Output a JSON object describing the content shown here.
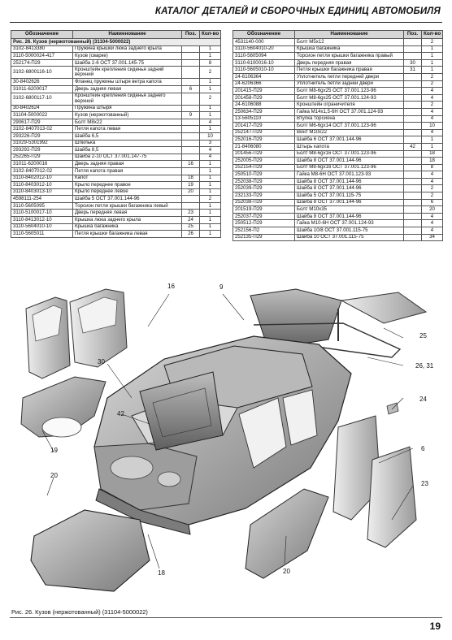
{
  "header": {
    "title": "КАТАЛОГ ДЕТАЛЕЙ И СБОРОЧНЫХ ЕДИНИЦ АВТОМОБИЛЯ"
  },
  "table_headers": {
    "code": "Обозначение",
    "name": "Наименование",
    "pos": "Поз.",
    "qty": "Кол-во"
  },
  "left_table": {
    "figure_row": "Рис. 26. Кузов (нержотованный) (31104-5000022)",
    "rows": [
      {
        "code": "3102-8413380",
        "name": "Пружина крышки люка заднего крыла",
        "pos": "",
        "qty": "1"
      },
      {
        "code": "3110-5000024-417",
        "name": "Кузов (сварке)",
        "pos": "",
        "qty": "1"
      },
      {
        "code": "252174-П29",
        "name": "Шайба 2-6 ОСТ 37.001.145-75",
        "pos": "",
        "qty": "8"
      },
      {
        "code": "3102-6800116-10",
        "name": "Кронштейн крепления сиденья задний верхний",
        "pos": "",
        "qty": "2"
      },
      {
        "code": "30-8402626",
        "name": "Фланец пружины штыря ветра капота",
        "pos": "",
        "qty": "1"
      },
      {
        "code": "31011-6200017",
        "name": "Дверь задняя левая",
        "pos": "6",
        "qty": "1"
      },
      {
        "code": "3102-6800117-10",
        "name": "Кронштейн крепления сиденья заднего верхний",
        "pos": "",
        "qty": "2"
      },
      {
        "code": "30-8402624",
        "name": "Пружина штыря",
        "pos": "",
        "qty": "1"
      },
      {
        "code": "31104-5000022",
        "name": "Кузов (нержотованный)",
        "pos": "9",
        "qty": "1"
      },
      {
        "code": "290617-П29",
        "name": "Болт М8х22",
        "pos": "",
        "qty": "4"
      },
      {
        "code": "3102-8407013-02",
        "name": "Петля капота левая",
        "pos": "",
        "qty": "1"
      },
      {
        "code": "293226-П29",
        "name": "Шайба 6,5",
        "pos": "",
        "qty": "10"
      },
      {
        "code": "31029-5301992",
        "name": "Шпилька",
        "pos": "",
        "qty": "3"
      },
      {
        "code": "293292-П29",
        "name": "Шайба 8,5",
        "pos": "",
        "qty": "4"
      },
      {
        "code": "252265-П29",
        "name": "Шайба 2-10 ОСТ 37.001.147-75",
        "pos": "",
        "qty": "4"
      },
      {
        "code": "31011-6200016",
        "name": "Дверь задняя правая",
        "pos": "16",
        "qty": "1"
      },
      {
        "code": "3102-8407012-02",
        "name": "Петля капота правая",
        "pos": "",
        "qty": "1"
      },
      {
        "code": "3110-8402012-10",
        "name": "Капот",
        "pos": "18",
        "qty": "1"
      },
      {
        "code": "3110-8403012-10",
        "name": "Крыло переднее правое",
        "pos": "19",
        "qty": "1"
      },
      {
        "code": "3110-8403013-10",
        "name": "Крыло переднее левое",
        "pos": "20",
        "qty": "1"
      },
      {
        "code": "4598111-254",
        "name": "Шайба 5 ОСТ 37.001.144-96",
        "pos": "",
        "qty": "2"
      },
      {
        "code": "3110-5605095",
        "name": "Торсион петли крышки багажника левый",
        "pos": "",
        "qty": "1"
      },
      {
        "code": "3110-5100017-10",
        "name": "Дверь передняя левая",
        "pos": "23",
        "qty": "1"
      },
      {
        "code": "3110-8413012-10",
        "name": "Крышка люка заднего крыла",
        "pos": "24",
        "qty": "1"
      },
      {
        "code": "3110-5604010-10",
        "name": "Крышка багажника",
        "pos": "25",
        "qty": "1"
      },
      {
        "code": "3110-5605011",
        "name": "Петля крышки багажника левая",
        "pos": "26",
        "qty": "1"
      }
    ]
  },
  "right_table": {
    "rows": [
      {
        "code": "4531140-000",
        "name": "Болт М5х12",
        "pos": "",
        "qty": "2"
      },
      {
        "code": "3110-5604010-20",
        "name": "Крышка багажника",
        "pos": "",
        "qty": "1"
      },
      {
        "code": "3110-5605094",
        "name": "Торсион петли крышки багажника правый",
        "pos": "",
        "qty": "1"
      },
      {
        "code": "3110-6100016-10",
        "name": "Дверь передняя правая",
        "pos": "30",
        "qty": "1"
      },
      {
        "code": "3110-5605010-10",
        "name": "Петля крышки багажника правая",
        "pos": "31",
        "qty": "1"
      },
      {
        "code": "24-6106364",
        "name": "Уплотнитель петли передней двери",
        "pos": "",
        "qty": "2"
      },
      {
        "code": "24-6206366",
        "name": "Уплотнитель петли задней двери",
        "pos": "",
        "qty": "2"
      },
      {
        "code": "201415-П29",
        "name": "Болт М8-6gх25 ОСТ 37.001.123-96",
        "pos": "",
        "qty": "4"
      },
      {
        "code": "201458-П29",
        "name": "Болт М8-6gх25 ОСТ 37.001.124-93",
        "pos": "",
        "qty": "4"
      },
      {
        "code": "24-6106088",
        "name": "Кронштейн ограничителя",
        "pos": "",
        "qty": "2"
      },
      {
        "code": "250634-П29",
        "name": "Гайка М14х1,5-6Н ОСТ 37.001.124-93",
        "pos": "",
        "qty": "4"
      },
      {
        "code": "13-5605110",
        "name": "Втулка торсиона",
        "pos": "",
        "qty": "4"
      },
      {
        "code": "201417-П29",
        "name": "Болт М6-6gх14 ОСТ 37.001.123-96",
        "pos": "",
        "qty": "10"
      },
      {
        "code": "252147-П29",
        "name": "Винт М10х22",
        "pos": "",
        "qty": "4"
      },
      {
        "code": "252016-П29",
        "name": "Шайба 6 ОСТ 37.001.144-96",
        "pos": "",
        "qty": "1"
      },
      {
        "code": "21-8406080",
        "name": "Штырь капота",
        "pos": "42",
        "qty": "1"
      },
      {
        "code": "201456-П29",
        "name": "Болт М8-6gх16 ОСТ 37.001.123-96",
        "pos": "",
        "qty": "18"
      },
      {
        "code": "252005-П29",
        "name": "Шайба 8 ОСТ 37.001.144-96",
        "pos": "",
        "qty": "18"
      },
      {
        "code": "252154-П29",
        "name": "Болт М8-6gх16 ОСТ 37.001.123-96",
        "pos": "",
        "qty": "8"
      },
      {
        "code": "250510-П29",
        "name": "Гайка М8-6Н ОСТ 37.001.123-93",
        "pos": "",
        "qty": "4"
      },
      {
        "code": "252038-П29",
        "name": "Шайба 8 ОСТ 37.001.144-96",
        "pos": "",
        "qty": "4"
      },
      {
        "code": "252039-П29",
        "name": "Шайба 8 ОСТ 37.001.144-96",
        "pos": "",
        "qty": "2"
      },
      {
        "code": "232133-П29",
        "name": "Шайба 5 ОСТ 37.001.115-75",
        "pos": "",
        "qty": "2"
      },
      {
        "code": "252038-П29",
        "name": "Шайба 8 ОСТ 37.001.144-96",
        "pos": "",
        "qty": "6"
      },
      {
        "code": "201519-П29",
        "name": "Болт М10х35",
        "pos": "",
        "qty": "20"
      },
      {
        "code": "252037-П29",
        "name": "Шайба 8 ОСТ 37.001.144-96",
        "pos": "",
        "qty": "4"
      },
      {
        "code": "250512-П29",
        "name": "Гайка М10-6Н ОСТ 37.001.124-93",
        "pos": "",
        "qty": "4"
      },
      {
        "code": "252156-П2",
        "name": "Шайба 10/8 ОСТ 37.001.115-75",
        "pos": "",
        "qty": "4"
      },
      {
        "code": "252135-П29",
        "name": "Шайба 10 ОСТ 37.001.115-75",
        "pos": "",
        "qty": "34"
      }
    ]
  },
  "callouts": {
    "c16": "16",
    "c9": "9",
    "c30": "30",
    "c42": "42",
    "c25": "25",
    "c26_31": "26, 31",
    "c24": "24",
    "c6": "6",
    "c19": "19",
    "c20": "20",
    "c18": "18",
    "c23": "23"
  },
  "caption": "Рис. 26. Кузов (нержотованный) (31104-5000022)",
  "page_number": "19"
}
